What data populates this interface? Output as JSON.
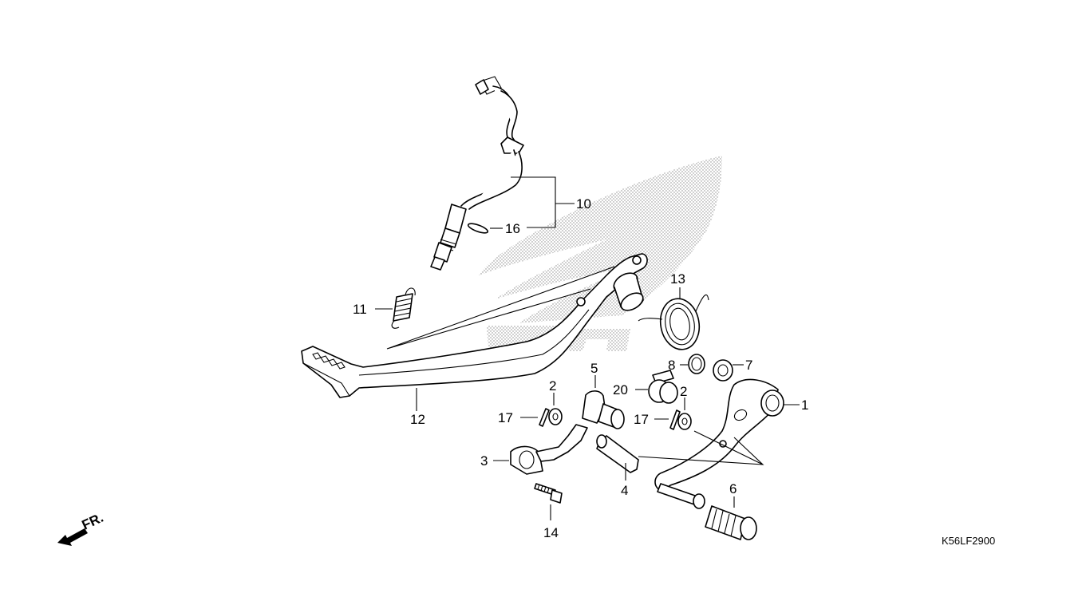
{
  "diagram": {
    "code": "K56LF2900",
    "front_marker": "FR.",
    "callouts": [
      "1",
      "2",
      "2",
      "3",
      "4",
      "5",
      "6",
      "7",
      "8",
      "10",
      "11",
      "12",
      "13",
      "14",
      "16",
      "17",
      "17",
      "20"
    ]
  }
}
